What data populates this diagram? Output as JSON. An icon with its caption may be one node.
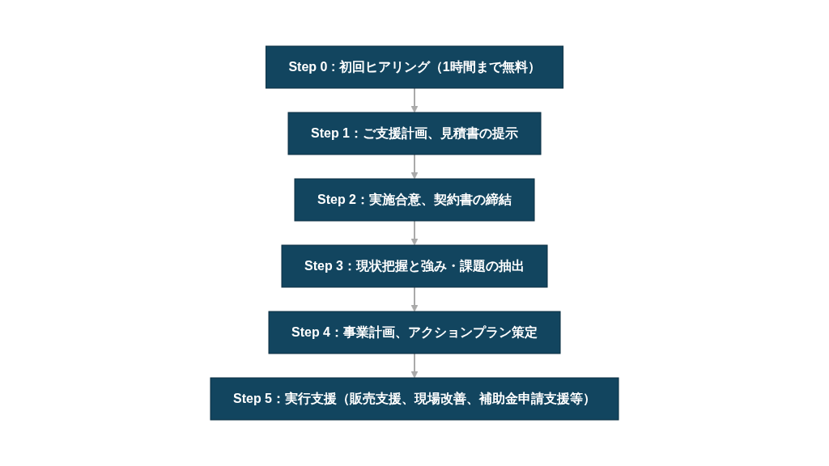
{
  "diagram": {
    "nodes": [
      {
        "text": [
          "Step 0 : 初回ヒアリング（1時間まで無料）"
        ]
      },
      {
        "text": [
          "Step 1：ご支援計画、見積書の提示"
        ]
      },
      {
        "text": [
          "Step 2：実施合意、契約書の締結"
        ]
      },
      {
        "text": [
          "Step 3：現状把握と強み・課題の抽出"
        ]
      },
      {
        "text": [
          "Step 4：事業計画、アクションプラン策定"
        ]
      },
      {
        "text": [
          "Step 5：実行支援（販売支援、現場改善、補助金申請支援等）"
        ]
      }
    ],
    "edges": [
      {
        "from": 0,
        "to": 1,
        "arrow": "to"
      },
      {
        "from": 1,
        "to": 2,
        "arrow": "to"
      },
      {
        "from": 2,
        "to": 3,
        "arrow": "to"
      },
      {
        "from": 3,
        "to": 4,
        "arrow": "to"
      },
      {
        "from": 4,
        "to": 5,
        "arrow": "to"
      }
    ]
  }
}
